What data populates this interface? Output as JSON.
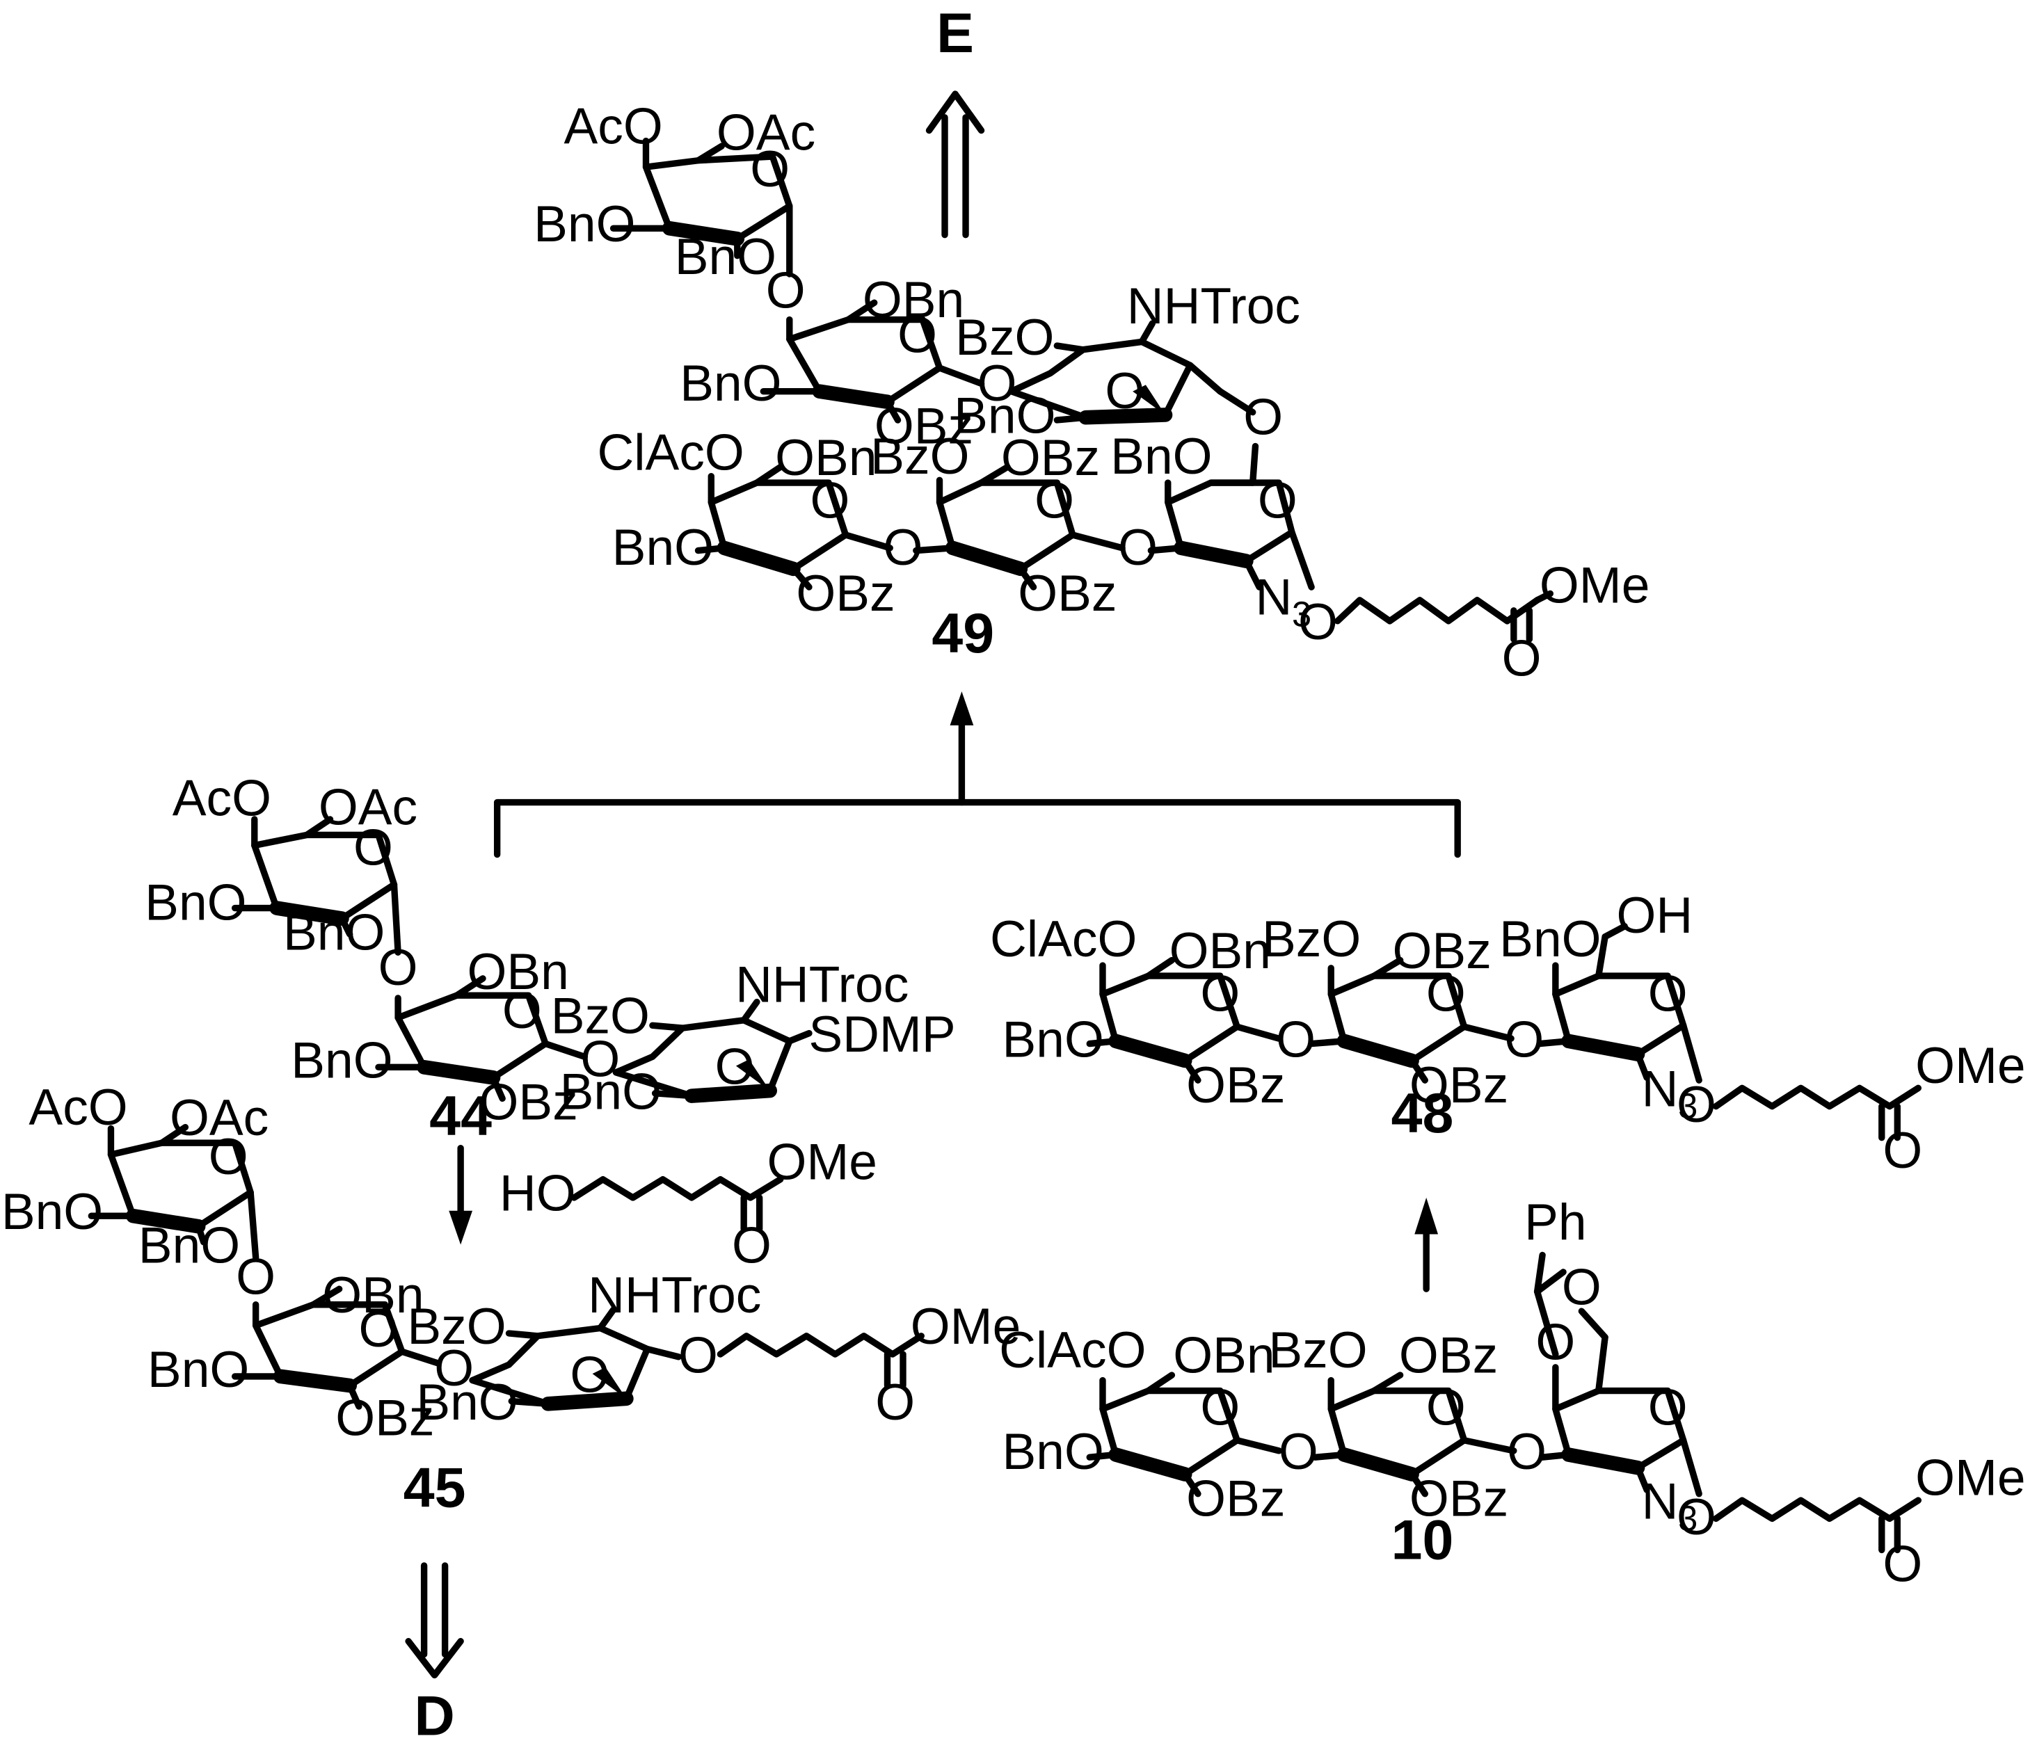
{
  "scheme": {
    "stage_labels": {
      "top": "E",
      "bottom": "D"
    },
    "compounds": {
      "c49": {
        "id": "49"
      },
      "c44": {
        "id": "44"
      },
      "c45": {
        "id": "45"
      },
      "c48": {
        "id": "48"
      },
      "c10": {
        "id": "10"
      }
    },
    "reagent": {
      "ho": "HO",
      "ome": "OMe",
      "carbonyl_o": "O"
    },
    "groups": {
      "OAc": "OAc",
      "AcO": "AcO",
      "BnO": "BnO",
      "OBn": "OBn",
      "OBz": "OBz",
      "BzO": "BzO",
      "ClAcO": "ClAcO",
      "O": "O",
      "OMe": "OMe",
      "NHTroc": "NHTroc",
      "SDMP": "SDMP",
      "OH": "OH",
      "Ph": "Ph",
      "N": "N",
      "sub3": "3"
    }
  }
}
